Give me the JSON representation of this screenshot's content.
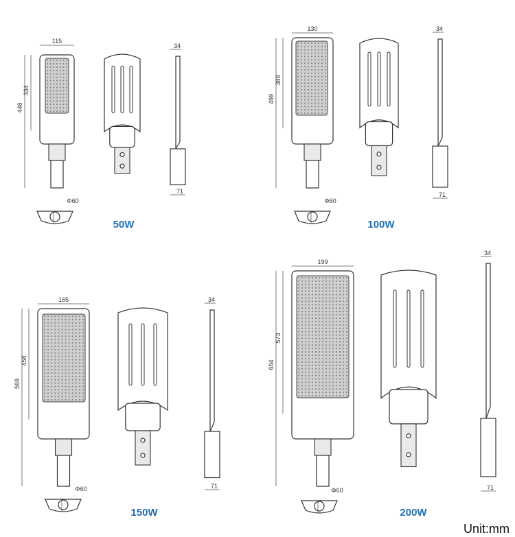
{
  "unit_label": "Unit:mm",
  "colors": {
    "watt_label": "#1f6fb2",
    "panel": "#cfcfcf",
    "line": "#333333"
  },
  "models": [
    {
      "watt": "50W",
      "width": "115",
      "length": "448",
      "panel_length": "334",
      "diameter": "Φ60",
      "side_thickness": "34",
      "side_width": "71"
    },
    {
      "watt": "100W",
      "width": "130",
      "length": "499",
      "panel_length": "388",
      "diameter": "Φ60",
      "side_thickness": "34",
      "side_width": "71"
    },
    {
      "watt": "150W",
      "width": "165",
      "length": "569",
      "panel_length": "458",
      "diameter": "Φ60",
      "side_thickness": "34",
      "side_width": "71"
    },
    {
      "watt": "200W",
      "width": "199",
      "length": "684",
      "panel_length": "573",
      "diameter": "Φ60",
      "side_thickness": "34",
      "side_width": "71"
    }
  ]
}
